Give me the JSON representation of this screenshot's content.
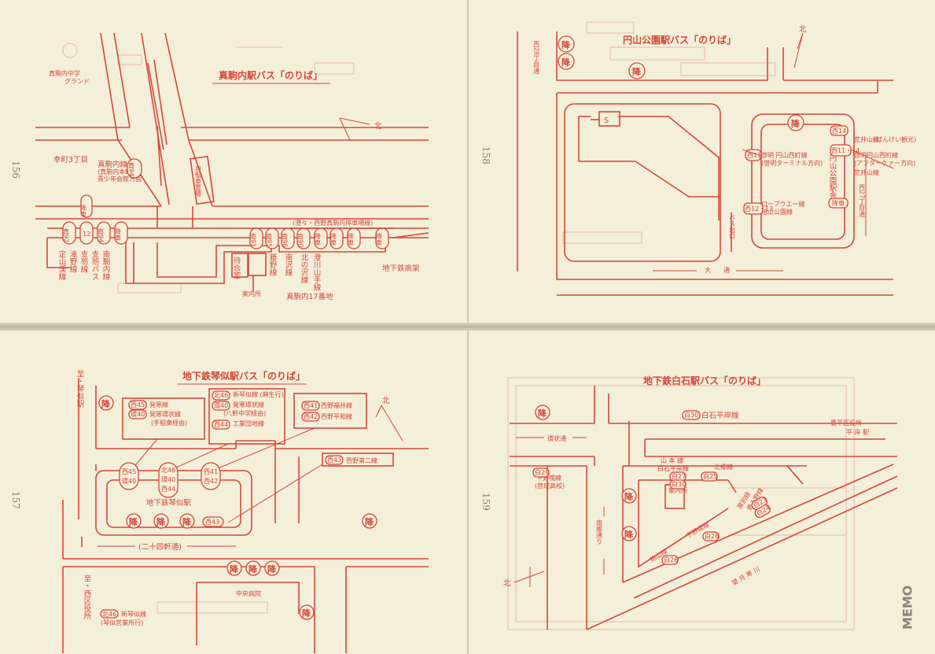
{
  "pages": [
    {
      "page_number": "156",
      "title": "真駒内駅バス「のりば」",
      "north": "北",
      "labels": {
        "school": "真駒内中学",
        "ground": "グランド",
        "saiwai": "幸町3丁目",
        "makomanai_line": "真駒内線",
        "makomanai_sub1": "(真駒内本町",
        "makomanai_sub2": "青少年会館方面",
        "bike": "自転車置場",
        "route_bar": "(澄々・西野真駒内停車場線)",
        "jozankei": "定山渓線",
        "takino": "滝野線",
        "shitetsu": "支笏線",
        "chitose_bus": "支笏バス",
        "minami_kaku": "南駒内線",
        "minami_sawa": "南沢線",
        "ryokuen": "藤野線",
        "kita_sawa": "北の沢線",
        "sumikawa_yama": "澄川山手線",
        "waiting": "待合室",
        "info": "案内所",
        "subway": "地下鉄高架",
        "block": "真駒内17番地"
      },
      "badges": {
        "b1": "降車",
        "b2": "真92",
        "b3": "12",
        "b4": "南94",
        "b5": "降車",
        "b6": "真94",
        "b7": "南91",
        "b8": "南95",
        "b9": "南96",
        "b10": "南90",
        "b11": "降車",
        "b12": "降車",
        "b13": "降車",
        "b14": "降車"
      }
    },
    {
      "page_number": "158",
      "title": "円山公園駅バス「のりば」",
      "north": "北",
      "labels": {
        "s": "S",
        "west28": "西28丁目通",
        "bus_exit": "バス出口",
        "odori": "大　　通",
        "west27": "西27丁目通",
        "l1": "啓明 円山西町線",
        "l1s": "(啓明ターミナル方向)",
        "l2": "荒井山線",
        "l2s": "(ばんけい観光)",
        "l3": "啓明円山西町線",
        "l3s": "(アフターケァー方向)",
        "l4": "荒井山線",
        "l5": "ロープウエー線",
        "l6": "旭山公園線",
        "station": "円山公園駅舎"
      },
      "badges": {
        "ko1": "降",
        "ko2": "降",
        "ko3": "降",
        "ko4": "降",
        "b_w11": "西11",
        "b_w14": "西14",
        "b_w1114": "西11・14",
        "b_w1213": "西12・13",
        "b_koshya": "降車"
      }
    },
    {
      "page_number": "157",
      "title": "地下鉄琴似駅バス「のりば」",
      "north": "北",
      "labels": {
        "to_kotoni_sta": "至・琴似駅",
        "to_nishi_ward": "至・西区役所",
        "box1_a": "発寒線",
        "box1_b": "発寒環状線",
        "box1_c": "(手稲東経由)",
        "box2_a": "新琴似線 (麻生行)",
        "box2_b": "発寒環状線",
        "box2_c": "(八軒中学経由)",
        "box2_d": "工業団地線",
        "box3_a": "西野福井線",
        "box3_b": "西野平和線",
        "box4_a": "西野第二線",
        "station": "地下鉄琴似駅",
        "nijuyon": "(二十四軒通)",
        "hospital": "中央病院",
        "bottom_a": "新琴似線",
        "bottom_b": "(琴似営業所行)"
      },
      "badges": {
        "c1a": "西45",
        "c1b": "環40",
        "c2a": "北46",
        "c2b": "環40",
        "c2c": "西44",
        "c3a": "西41",
        "c3b": "西42",
        "c4": "西43",
        "bx1a": "西45",
        "bx1b": "環40",
        "bx2a": "北46",
        "bx2b": "環40",
        "bx2c": "西44",
        "bx3a": "西41",
        "bx3b": "西42",
        "bx4": "西43",
        "bb": "北46",
        "ko": "降"
      }
    },
    {
      "page_number": "159",
      "title": "地下鉄白石駅バス「のりば」",
      "north": "北",
      "labels": {
        "shiroishi_hiragishi": "白石平岸線",
        "toyohira": "豊平区役所",
        "hiragishi_sta": "平 岸 駅",
        "kanjo": "環状通",
        "yamamoto": "山 本 線",
        "shiroishi_hira": "白石平岸線",
        "hokuto": "北郷線",
        "shimonopporo_a": "下野幌線",
        "shimonopporo_b": "(啓成高校)",
        "info": "案内所",
        "akashi_a": "厚別線",
        "akashi_b": "恵み野線",
        "shimonopporo2": "下野幌線",
        "kashiwayama": "柏山線",
        "nango": "南郷通り",
        "moon": "望 月 寒 川",
        "memo": "MEMO"
      },
      "badges": {
        "w30": "白30",
        "w28": "白28",
        "w27": "白27",
        "w30b": "白30",
        "w25": "白25",
        "w28b": "白28",
        "w26": "白26",
        "w23": "白23",
        "w24": "白24",
        "ko": "降"
      }
    }
  ]
}
